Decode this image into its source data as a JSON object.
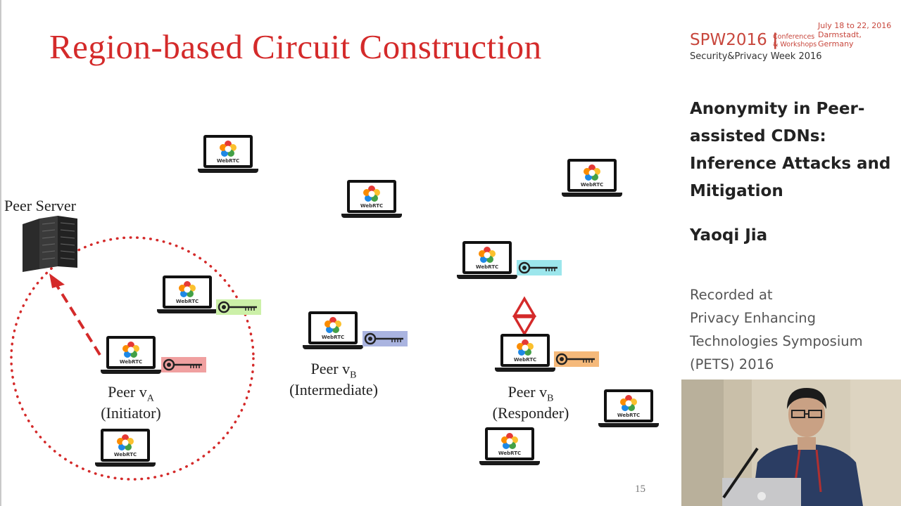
{
  "slide": {
    "title": "Region-based Circuit Construction",
    "page_number": "15",
    "peer_server_label": "Peer Server",
    "initiator": {
      "name": "Peer v",
      "sub": "A",
      "role": "(Initiator)"
    },
    "intermediate": {
      "name": "Peer v",
      "sub": "B",
      "role": "(Intermediate)"
    },
    "responder": {
      "name": "Peer v",
      "sub": "B",
      "role": "(Responder)"
    },
    "laptop_label": "WebRTC",
    "key_colors": {
      "green": "#ccf0a8",
      "red": "#f0a0a0",
      "purple": "#aab4e0",
      "cyan": "#9ce6ec",
      "orange": "#f5b97a"
    },
    "accent_red": "#d42a2a"
  },
  "sidebar": {
    "event": "SPW2016",
    "conference_lines": [
      "Conferences",
      "& Workshops"
    ],
    "date_lines": [
      "July 18 to 22, 2016",
      "Darmstadt,",
      "Germany"
    ],
    "week": "Security&Privacy Week 2016",
    "talk_title": "Anonymity in Peer-assisted CDNs: Inference Attacks and Mitigation",
    "author": "Yaoqi Jia",
    "recorded_lines": [
      "Recorded at",
      "Privacy Enhancing",
      "Technologies Symposium",
      "(PETS) 2016"
    ],
    "brand_color": "#c8473d"
  }
}
